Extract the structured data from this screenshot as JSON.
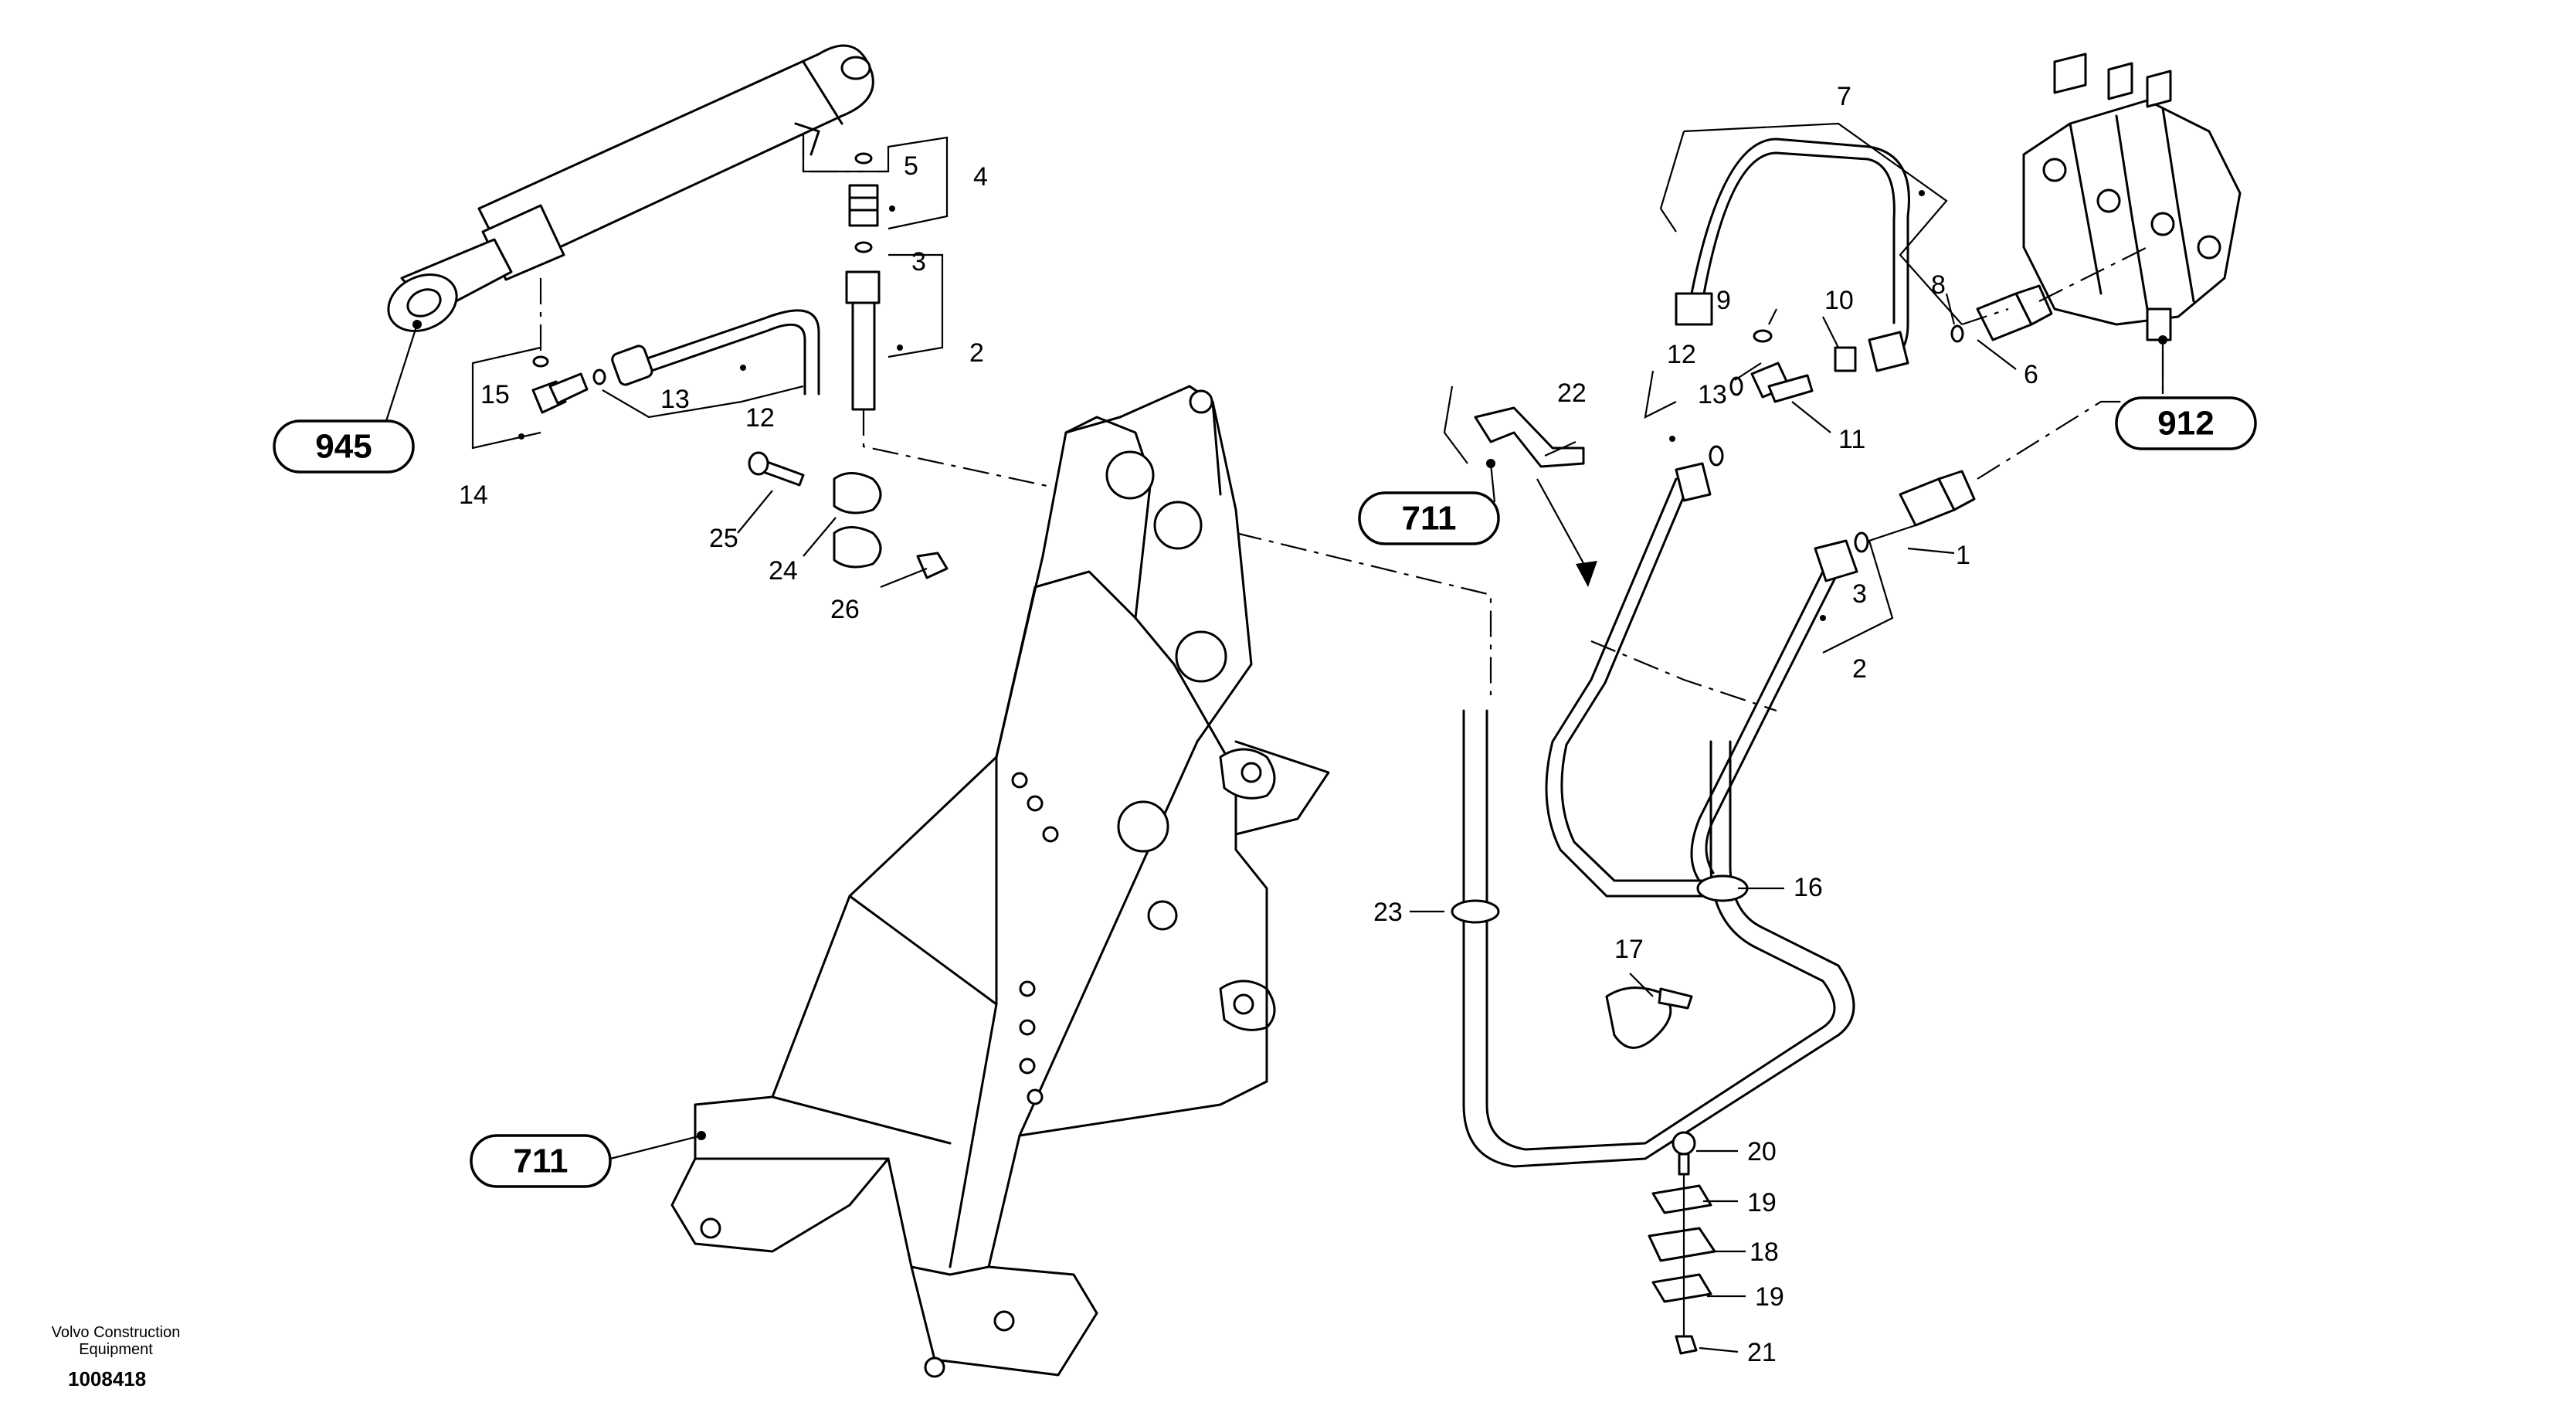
{
  "callouts": [
    {
      "id": "1",
      "text": "1"
    },
    {
      "id": "2a",
      "text": "2"
    },
    {
      "id": "2b",
      "text": "2"
    },
    {
      "id": "3a",
      "text": "3"
    },
    {
      "id": "3b",
      "text": "3"
    },
    {
      "id": "4",
      "text": "4"
    },
    {
      "id": "5",
      "text": "5"
    },
    {
      "id": "6",
      "text": "6"
    },
    {
      "id": "7",
      "text": "7"
    },
    {
      "id": "8",
      "text": "8"
    },
    {
      "id": "9",
      "text": "9"
    },
    {
      "id": "10",
      "text": "10"
    },
    {
      "id": "11",
      "text": "11"
    },
    {
      "id": "12a",
      "text": "12"
    },
    {
      "id": "12b",
      "text": "12"
    },
    {
      "id": "13a",
      "text": "13"
    },
    {
      "id": "13b",
      "text": "13"
    },
    {
      "id": "14",
      "text": "14"
    },
    {
      "id": "15",
      "text": "15"
    },
    {
      "id": "16",
      "text": "16"
    },
    {
      "id": "17",
      "text": "17"
    },
    {
      "id": "18",
      "text": "18"
    },
    {
      "id": "19a",
      "text": "19"
    },
    {
      "id": "19b",
      "text": "19"
    },
    {
      "id": "20",
      "text": "20"
    },
    {
      "id": "21",
      "text": "21"
    },
    {
      "id": "22",
      "text": "22"
    },
    {
      "id": "23",
      "text": "23"
    },
    {
      "id": "24",
      "text": "24"
    },
    {
      "id": "25",
      "text": "25"
    },
    {
      "id": "26",
      "text": "26"
    }
  ],
  "references": [
    {
      "id": "945",
      "text": "945"
    },
    {
      "id": "912",
      "text": "912"
    },
    {
      "id": "711a",
      "text": "711"
    },
    {
      "id": "711b",
      "text": "711"
    }
  ],
  "footer": {
    "company_line1": "Volvo Construction",
    "company_line2": "Equipment",
    "drawing_number": "1008418"
  }
}
